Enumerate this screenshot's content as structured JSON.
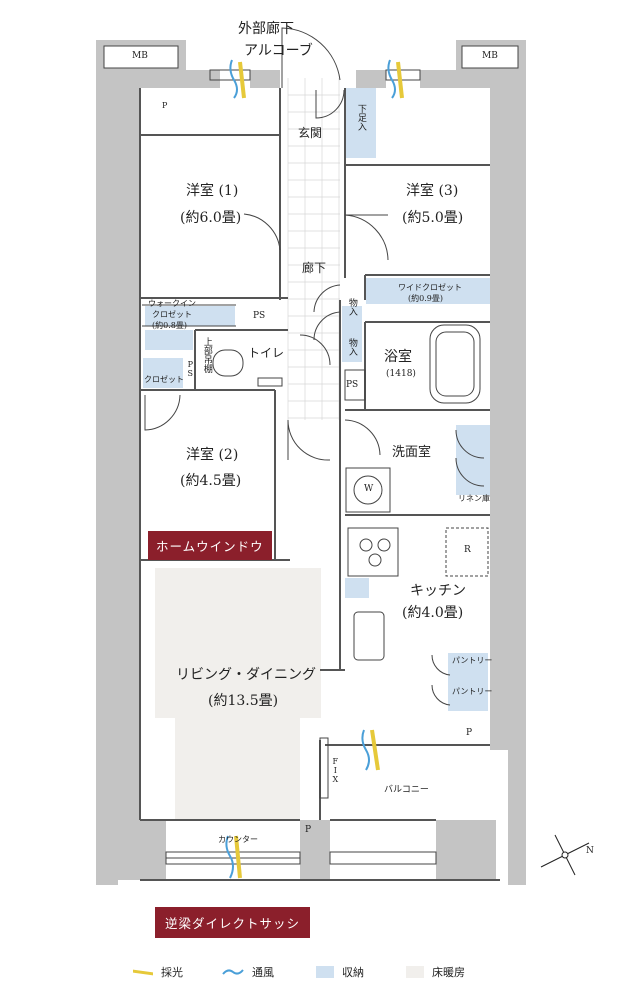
{
  "corridor": {
    "line1": "外部廊下",
    "line2": "アルコーブ"
  },
  "mb_left": "MB",
  "mb_right": "MB",
  "rooms": {
    "western1": {
      "name": "洋室 (1)",
      "size": "(約6.0畳)"
    },
    "western2": {
      "name": "洋室 (2)",
      "size": "(約4.5畳)"
    },
    "western3": {
      "name": "洋室 (3)",
      "size": "(約5.0畳)"
    },
    "entrance": "玄関",
    "shoe_storage": "下足入",
    "hallway": "廊下",
    "storage_a": "物入",
    "storage_b": "物入",
    "wide_closet": {
      "name": "ワイドクロゼット",
      "size": "(約0.9畳)"
    },
    "walkin": {
      "line1": "ウォークイン",
      "line2": "クロゼット",
      "line3": "(約0.8畳)"
    },
    "closet": "クロゼット",
    "toilet": "トイレ",
    "upper_shelf": "上部吊棚",
    "bath": {
      "name": "浴室",
      "size": "(1418)"
    },
    "washroom": "洗面室",
    "linen": "リネン庫",
    "kitchen": {
      "name": "キッチン",
      "size": "(約4.0畳)"
    },
    "pantry1": "パントリー",
    "pantry2": "パントリー",
    "living": {
      "name": "リビング・ダイニング",
      "size": "(約13.5畳)"
    },
    "balcony": "バルコニー",
    "counter": "カウンター"
  },
  "marks": {
    "p1": "P",
    "p2": "P",
    "p3": "P",
    "ps1": "PS",
    "ps2": "PS",
    "ps3": "PS",
    "washer": "W",
    "fridge": "R",
    "fix": "FIX"
  },
  "compass": "N",
  "features": {
    "home_window": "ホームウインドウ",
    "sash": "逆梁ダイレクトサッシ"
  },
  "legend": {
    "light": "採光",
    "ventilation": "通風",
    "storage": "収納",
    "floor_heating": "床暖房"
  },
  "colors": {
    "wall": "#c4c4c4",
    "storage": "#cfe0f0",
    "floor_heating": "#f1efec",
    "badge": "#8b1f2b",
    "light_arrow": "#e6c93a",
    "wind": "#4a9fd8"
  }
}
